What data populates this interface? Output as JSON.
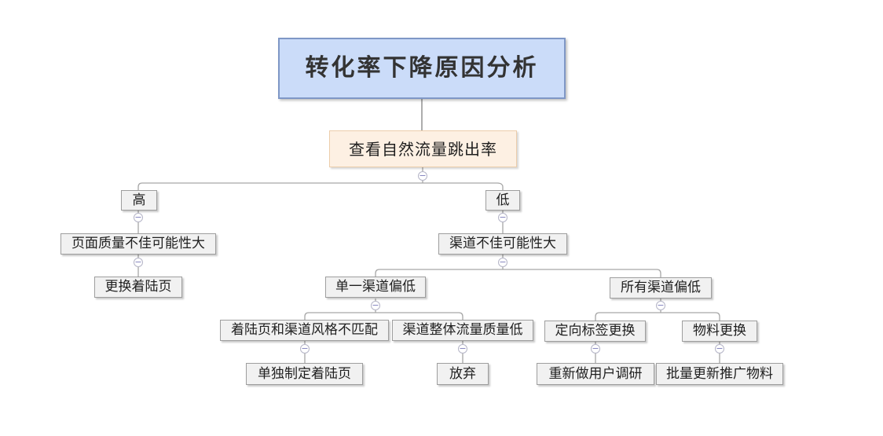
{
  "diagram": {
    "collapse_glyph": "−",
    "nodes": {
      "root": "转化率下降原因分析",
      "check_bounce": "查看自然流量跳出率",
      "high": "高",
      "low": "低",
      "page_quality": "页面质量不佳可能性大",
      "channel_issue": "渠道不佳可能性大",
      "replace_landing": "更换着陆页",
      "single_channel": "单一渠道偏低",
      "all_channels": "所有渠道偏低",
      "style_mismatch": "着陆页和渠道风格不匹配",
      "traffic_quality": "渠道整体流量质量低",
      "custom_landing": "单独制定着陆页",
      "give_up": "放弃",
      "retarget": "定向标签更换",
      "materials": "物料更换",
      "research": "重新做用户调研",
      "update_materials": "批量更新推广物料"
    },
    "colors": {
      "root_fill": "#cbdcf9",
      "root_border": "#7f97c6",
      "secondary_fill": "#fdf0e3",
      "secondary_border": "#eccdab",
      "node_fill": "#f1f1f1",
      "node_border": "#9e9e9e",
      "connector": "#a6a6a6",
      "collapse_ring": "#b4b4c6",
      "collapse_minus": "#7d7dbb",
      "background": "#ffffff"
    }
  }
}
